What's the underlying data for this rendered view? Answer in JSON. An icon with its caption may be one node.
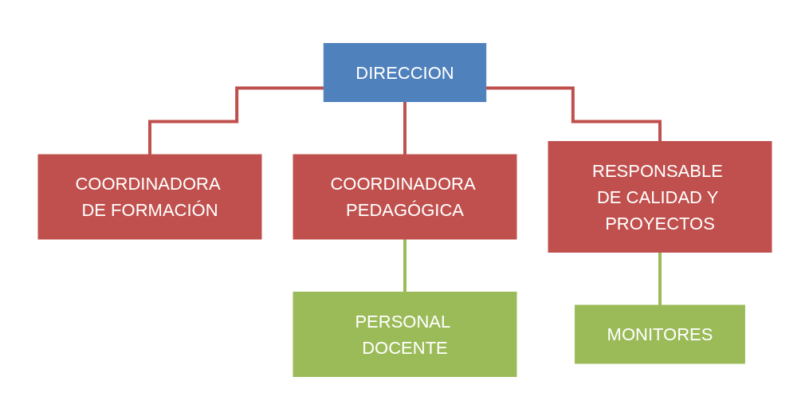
{
  "diagram": {
    "nodes": [
      {
        "text": [
          "DIRECCION"
        ]
      },
      {
        "text": [
          "COORDINADORA DE FORMACIÓN"
        ]
      },
      {
        "text": [
          "COORDINADORA PEDAGÓGICA"
        ]
      },
      {
        "text": [
          "RESPONSABLE DE CALIDAD Y PROYECTOS"
        ]
      },
      {
        "text": [
          "PERSONAL DOCENTE"
        ]
      },
      {
        "text": [
          "MONITORES"
        ]
      }
    ],
    "edges": [
      {
        "from": 0,
        "to": 1,
        "arrow": "none"
      },
      {
        "from": 0,
        "to": 2,
        "arrow": "none"
      },
      {
        "from": 0,
        "to": 3,
        "arrow": "none"
      },
      {
        "from": 2,
        "to": 4,
        "arrow": "none",
        "color": "#9bbb59"
      },
      {
        "from": 3,
        "to": 5,
        "arrow": "none",
        "color": "#9bbb59"
      }
    ]
  }
}
